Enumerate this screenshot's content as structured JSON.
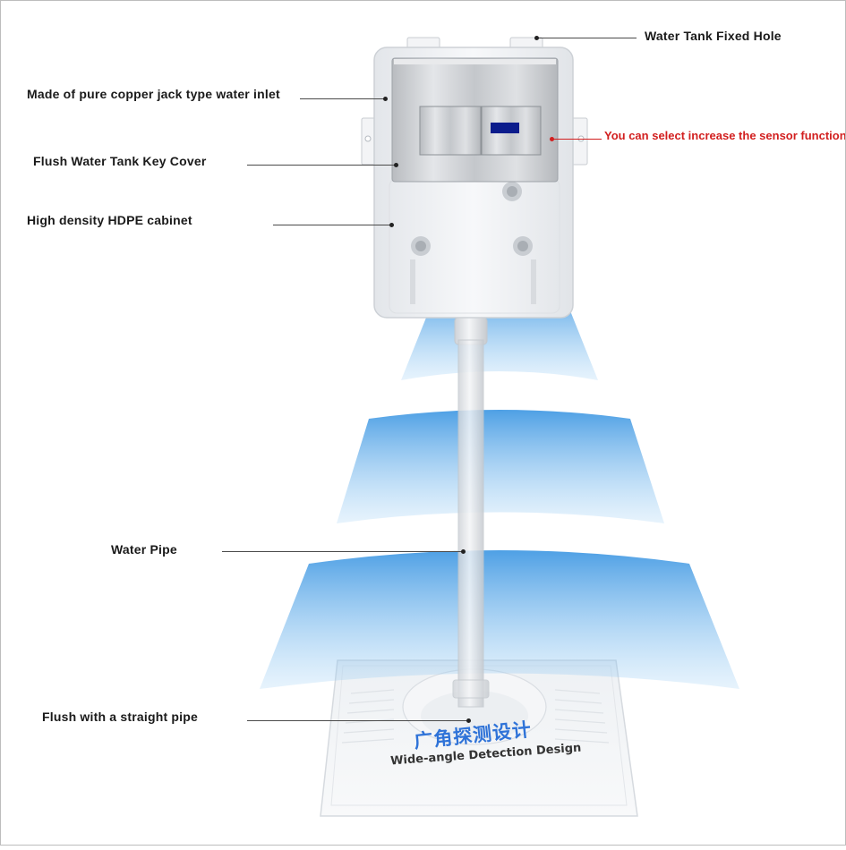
{
  "labels": {
    "water_tank_fixed_hole": "Water Tank Fixed Hole",
    "copper_water_inlet": "Made of pure copper jack type water inlet",
    "sensor_option": "You can select increase the sensor function",
    "key_cover": "Flush Water Tank Key Cover",
    "hdpe_cabinet": "High density HDPE cabinet",
    "water_pipe": "Water Pipe",
    "straight_pipe": "Flush with a straight pipe"
  },
  "captions": {
    "chinese": "广角探测设计",
    "english": "Wide-angle Detection Design"
  },
  "colors": {
    "detection_wave": "#4aa3e8",
    "sensor_label": "#d21f1f",
    "caption_blue": "#2f73d8",
    "tank_body": "#f1f3f6",
    "panel_steel": "#c9ccd0",
    "sensor_window": "#0b1c8c"
  }
}
